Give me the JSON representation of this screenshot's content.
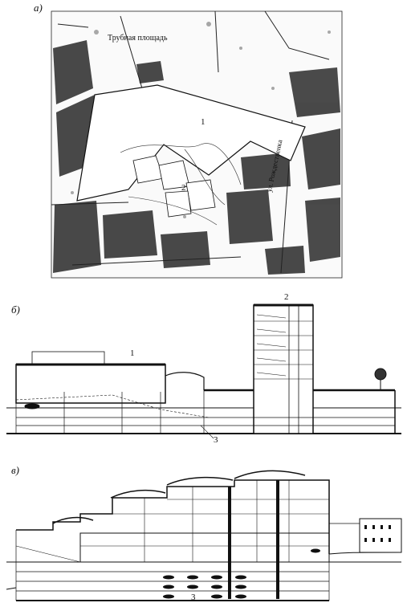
{
  "panels": {
    "a": {
      "label": "а)",
      "plaza_text": "Трубная площадь",
      "street_text": "ул. Рождественка",
      "callouts": [
        "1",
        "2"
      ]
    },
    "b": {
      "label": "б)",
      "callouts": [
        "1",
        "2",
        "3"
      ]
    },
    "c": {
      "label": "в)",
      "callouts": [
        "3"
      ]
    }
  }
}
